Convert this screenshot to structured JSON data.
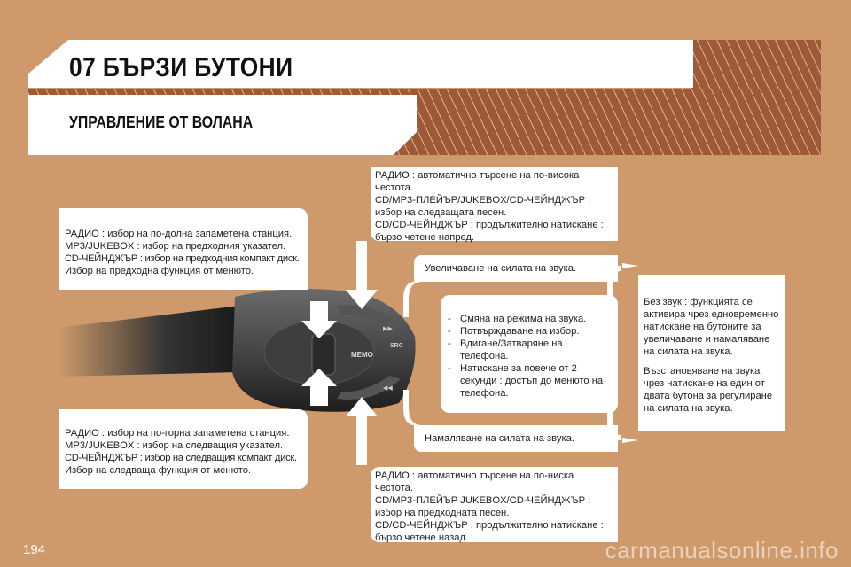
{
  "header": {
    "title": "07 БЪРЗИ БУТОНИ",
    "subtitle": "УПРАВЛЕНИЕ ОТ ВОЛАНА"
  },
  "callouts": {
    "prev_station": [
      "РАДИО : избор на по-долна запаметена станция.",
      "MP3/JUKEBOX : избор на предходния указател.",
      "CD-ЧЕЙНДЖЪР : избор на предходния компакт диск.",
      "Избор на предходна функция от менюто."
    ],
    "next_station": [
      "РАДИО : избор на по-горна запаметена станция.",
      "MP3/JUKEBOX : избор на следващия указател.",
      "CD-ЧЕЙНДЖЪР : избор на следващия компакт диск.",
      "Избор на следваща функция от менюто."
    ],
    "seek_up": [
      "РАДИО : автоматично търсене на по-висока",
      "честота.",
      "CD/MP3-ПЛЕЙЪР/JUKEBOX/CD-ЧЕЙНДЖЪР :",
      "избор на следващата песен.",
      "CD/CD-ЧЕЙНДЖЪР : продължително натискане :",
      "бързо четене напред."
    ],
    "seek_down": [
      "РАДИО : автоматично търсене на по-ниска",
      "честота.",
      "CD/MP3-ПЛЕЙЪР JUKEBOX/CD-ЧЕЙНДЖЪР :",
      "избор на предходната песен.",
      "CD/CD-ЧЕЙНДЖЪР : продължително натискане :",
      "бързо четене назад."
    ],
    "volume_up": "Увеличаване на силата на звука.",
    "volume_down": "Намаляване на силата на звука.",
    "src_button": [
      "Смяна на режима на звука.",
      "Потвърждаване на избор.",
      "Вдигане/Затваряне на телефона.",
      "Натискане за повече от 2 секунди : достъп до менюто на телефона."
    ],
    "mute": [
      "Без звук : функцията се активира чрез едновременно натискане на бутоните за увеличаване и намаляване на силата на звука.",
      "Възстановяване на звука чрез натискане на един от двата бутона за регулиране на силата на звука."
    ]
  },
  "stalk": {
    "memo_label": "MEMO",
    "src_label": "SRC",
    "next_symbol": "▶▶",
    "prev_symbol": "◀◀"
  },
  "page_number": "194",
  "watermark": "carmanualsonline.info",
  "colors": {
    "background": "#cf9a6b",
    "stripe": "#9e5a38"
  }
}
